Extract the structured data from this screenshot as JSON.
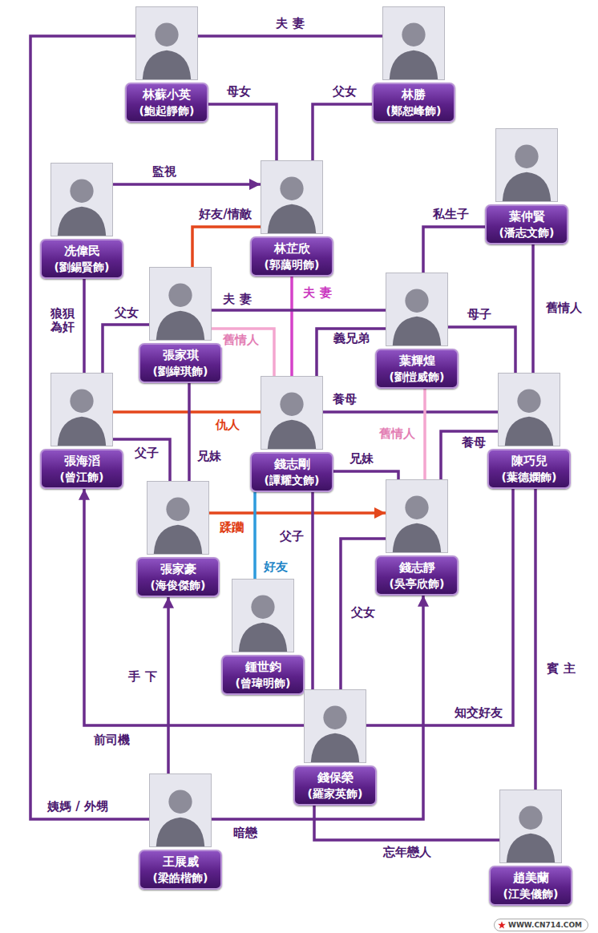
{
  "diagram": {
    "nodes": [
      {
        "text": [
          "林蘇小英",
          "(鮑起靜飾)"
        ]
      },
      {
        "text": [
          "林勝",
          "(鄭恕峰飾)"
        ]
      },
      {
        "text": [
          "冼偉民",
          "(劉錫賢飾)"
        ]
      },
      {
        "text": [
          "林芷欣",
          "(郭藹明飾)"
        ]
      },
      {
        "text": [
          "葉仲賢",
          "(潘志文飾)"
        ]
      },
      {
        "text": [
          "張家琪",
          "(劉緯琪飾)"
        ]
      },
      {
        "text": [
          "葉輝煌",
          "(劉愷威飾)"
        ]
      },
      {
        "text": [
          "張海滔",
          "(曾江飾)"
        ]
      },
      {
        "text": [
          "錢志剛",
          "(譚耀文飾)"
        ]
      },
      {
        "text": [
          "陳巧兒",
          "(葉德嫻飾)"
        ]
      },
      {
        "text": [
          "張家豪",
          "(海俊傑飾)"
        ]
      },
      {
        "text": [
          "錢志靜",
          "(吳亭欣飾)"
        ]
      },
      {
        "text": [
          "鍾世鈞",
          "(曾瑋明飾)"
        ]
      },
      {
        "text": [
          "錢保榮",
          "(羅家英飾)"
        ]
      },
      {
        "text": [
          "王展威",
          "(梁皓楷飾)"
        ]
      },
      {
        "text": [
          "趙美蘭",
          "(江美儀飾)"
        ]
      }
    ],
    "edges": [
      {
        "from": 0,
        "to": 1,
        "label": "夫 妻",
        "arrow": "none"
      },
      {
        "from": 0,
        "to": 3,
        "label": "母女",
        "arrow": "none"
      },
      {
        "from": 1,
        "to": 3,
        "label": "父女",
        "arrow": "none"
      },
      {
        "from": 2,
        "to": 3,
        "label": "監視",
        "arrow": "to"
      },
      {
        "from": 5,
        "to": 3,
        "label": "好友/情敵",
        "arrow": "none"
      },
      {
        "from": 3,
        "to": 8,
        "label": "夫 妻",
        "arrow": "none"
      },
      {
        "from": 4,
        "to": 6,
        "label": "私生子",
        "arrow": "none"
      },
      {
        "from": 4,
        "to": 9,
        "label": "舊情人",
        "arrow": "none"
      },
      {
        "from": 2,
        "to": 7,
        "label": "狼狽 為奸",
        "arrow": "none"
      },
      {
        "from": 7,
        "to": 5,
        "label": "父女",
        "arrow": "none"
      },
      {
        "from": 5,
        "to": 6,
        "label": "夫 妻",
        "arrow": "none"
      },
      {
        "from": 5,
        "to": 8,
        "label": "舊情人",
        "arrow": "none"
      },
      {
        "from": 8,
        "to": 6,
        "label": "義兄弟",
        "arrow": "none"
      },
      {
        "from": 6,
        "to": 9,
        "label": "母子",
        "arrow": "none"
      },
      {
        "from": 7,
        "to": 8,
        "label": "仇人",
        "arrow": "none"
      },
      {
        "from": 9,
        "to": 8,
        "label": "養母",
        "arrow": "none"
      },
      {
        "from": 7,
        "to": 10,
        "label": "父子",
        "arrow": "none"
      },
      {
        "from": 5,
        "to": 10,
        "label": "兄妹",
        "arrow": "none"
      },
      {
        "from": 8,
        "to": 11,
        "label": "兄妹",
        "arrow": "none"
      },
      {
        "from": 6,
        "to": 11,
        "label": "舊情人",
        "arrow": "none"
      },
      {
        "from": 9,
        "to": 11,
        "label": "養母",
        "arrow": "none"
      },
      {
        "from": 10,
        "to": 11,
        "label": "蹂躪",
        "arrow": "to"
      },
      {
        "from": 8,
        "to": 12,
        "label": "好友",
        "arrow": "none"
      },
      {
        "from": 8,
        "to": 13,
        "label": "父子",
        "arrow": "none"
      },
      {
        "from": 13,
        "to": 11,
        "label": "父女",
        "arrow": "none"
      },
      {
        "from": 13,
        "to": 7,
        "label": "前司機",
        "arrow": "to"
      },
      {
        "from": 13,
        "to": 9,
        "label": "知交好友",
        "arrow": "none"
      },
      {
        "from": 9,
        "to": 15,
        "label": "賓 主",
        "arrow": "none"
      },
      {
        "from": 14,
        "to": 10,
        "label": "手 下",
        "arrow": "to"
      },
      {
        "from": 14,
        "to": 11,
        "label": "暗戀",
        "arrow": "to"
      },
      {
        "from": 13,
        "to": 15,
        "label": "忘年戀人",
        "arrow": "none"
      },
      {
        "from": 0,
        "to": 14,
        "label": "姨媽 / 外甥",
        "arrow": "none"
      }
    ],
    "labels": [
      "WWW.CN714.COM"
    ]
  }
}
